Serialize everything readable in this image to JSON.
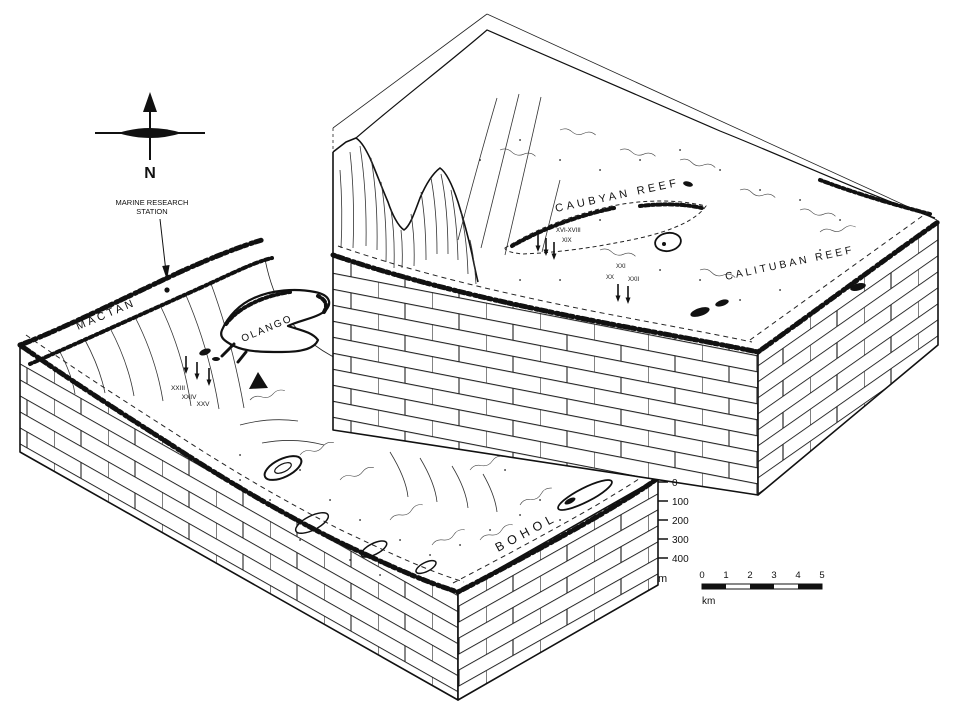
{
  "figure": {
    "compass": {
      "north_label": "N"
    },
    "station_callout": {
      "line1": "MARINE RESEARCH",
      "line2": "STATION"
    },
    "islands": {
      "mactan": "MACTAN",
      "olango": "OLANGO",
      "bohol": "BOHOL"
    },
    "reefs": {
      "caubyan": "CAUBYAN REEF",
      "calituban": "CALITUBAN REEF"
    },
    "transects": {
      "right_upper": [
        "XVI-XVIII",
        "XIX"
      ],
      "right_lower": [
        "XXI",
        "XX",
        "XXII"
      ],
      "left": [
        "XXIII",
        "XXIV",
        "XXV"
      ]
    },
    "depth_scale": {
      "ticks": [
        "0",
        "100",
        "200",
        "300",
        "400"
      ],
      "unit": "m"
    },
    "distance_scale": {
      "ticks": [
        "0",
        "1",
        "2",
        "3",
        "4",
        "5"
      ],
      "unit": "km"
    }
  }
}
